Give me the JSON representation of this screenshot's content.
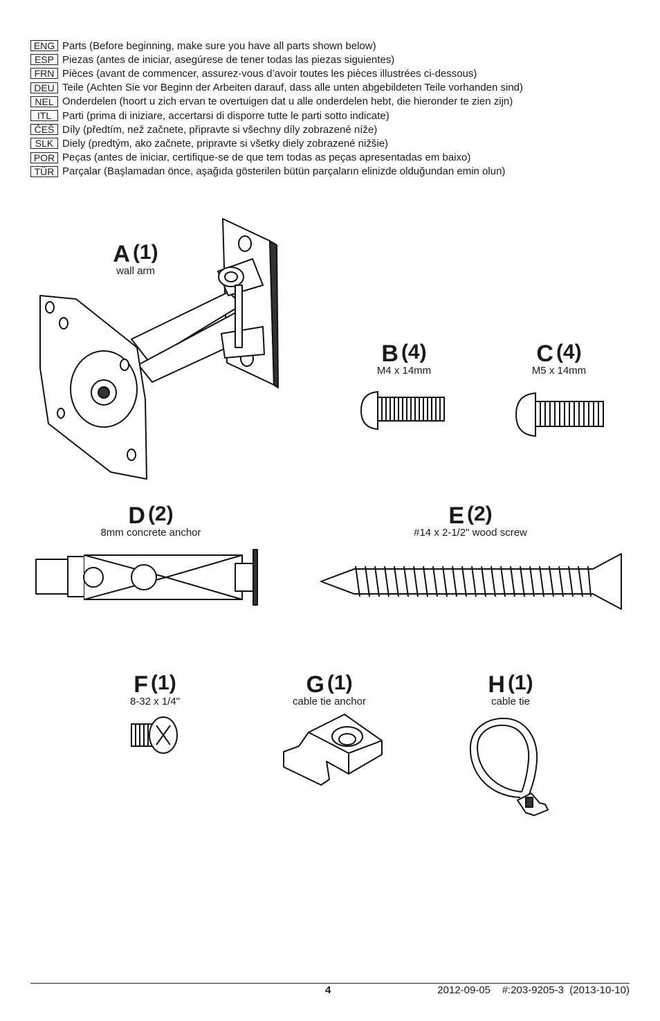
{
  "languages": [
    {
      "code": "ENG",
      "text": "Parts (Before beginning, make sure you have all parts shown below)"
    },
    {
      "code": "ESP",
      "text": "Piezas (antes de iniciar, asegúrese de tener todas las piezas siguientes)"
    },
    {
      "code": "FRN",
      "text": "Pièces (avant de commencer, assurez-vous d’avoir toutes les pièces illustrées ci-dessous)"
    },
    {
      "code": "DEU",
      "text": "Teile (Achten Sie vor Beginn der Arbeiten darauf, dass alle unten abgebildeten Teile vorhanden sind)"
    },
    {
      "code": "NEL",
      "text": "Onderdelen (hoort u zich ervan te overtuigen dat u alle onderdelen hebt, die hieronder te zien zijn)"
    },
    {
      "code": "ITL",
      "text": "Parti (prima di iniziare, accertarsi di disporre tutte le parti sotto indicate)"
    },
    {
      "code": "ČEŠ",
      "text": "Díly (předtím, než začnete, připravte si všechny díly zobrazené níže)"
    },
    {
      "code": "SLK",
      "text": "Diely (predtým, ako začnete, pripravte si všetky diely zobrazené nižšie)"
    },
    {
      "code": "POR",
      "text": "Peças (antes de iniciar, certifique-se de que tem todas as peças apresentadas em baixo)"
    },
    {
      "code": "TÜR",
      "text": "Parçalar (Başlamadan önce, aşağıda gösterilen bütün parçaların elinizde olduğundan emin olun)"
    }
  ],
  "parts": {
    "a": {
      "letter": "A",
      "count": "(1)",
      "desc": "wall arm"
    },
    "b": {
      "letter": "B",
      "count": "(4)",
      "desc": "M4 x 14mm"
    },
    "c": {
      "letter": "C",
      "count": "(4)",
      "desc": "M5 x 14mm"
    },
    "d": {
      "letter": "D",
      "count": "(2)",
      "desc": "8mm concrete anchor"
    },
    "e": {
      "letter": "E",
      "count": "(2)",
      "desc": "#14 x 2-1/2\" wood screw"
    },
    "f": {
      "letter": "F",
      "count": "(1)",
      "desc": "8-32 x 1/4\""
    },
    "g": {
      "letter": "G",
      "count": "(1)",
      "desc": "cable tie anchor"
    },
    "h": {
      "letter": "H",
      "count": "(1)",
      "desc": "cable tie"
    }
  },
  "footer": {
    "page": "4",
    "info": "2012-09-05    #:203-9205-3  (2013-10-10)"
  }
}
